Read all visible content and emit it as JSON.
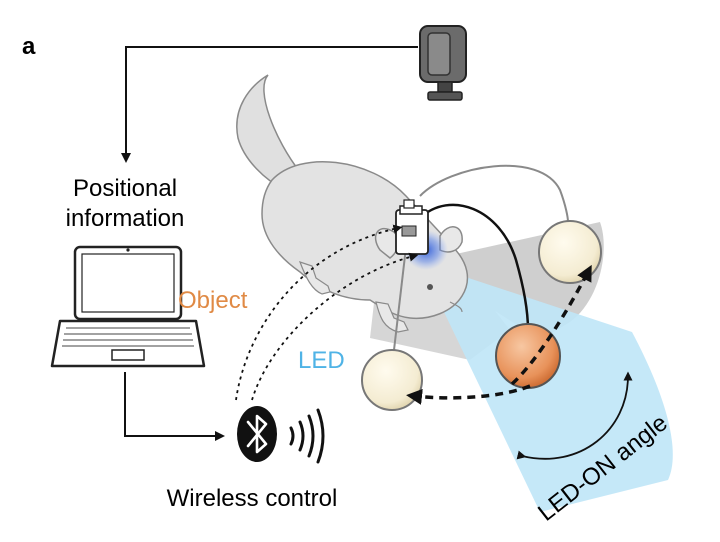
{
  "panel_label": "a",
  "labels": {
    "positional_line1": "Positional",
    "positional_line2": "information",
    "object": "Object",
    "led": "LED",
    "wireless": "Wireless control",
    "led_on_angle": "LED-ON angle"
  },
  "colors": {
    "object_label": "#e08a45",
    "led_label": "#4fb3e6",
    "led_cone": "#bfe6f7",
    "object_sphere": "#e8925a",
    "neutral_sphere": "#f4ecd2",
    "arena_shadow": "#cfcfcf",
    "rat_body": "#e3e3e3",
    "rat_outline": "#8a8a8a",
    "led_glow": "#2f5bd6"
  },
  "icons": {
    "camera": "camera-icon",
    "laptop": "laptop-icon",
    "bluetooth": "bluetooth-icon",
    "signal": "wireless-signal-icon"
  }
}
